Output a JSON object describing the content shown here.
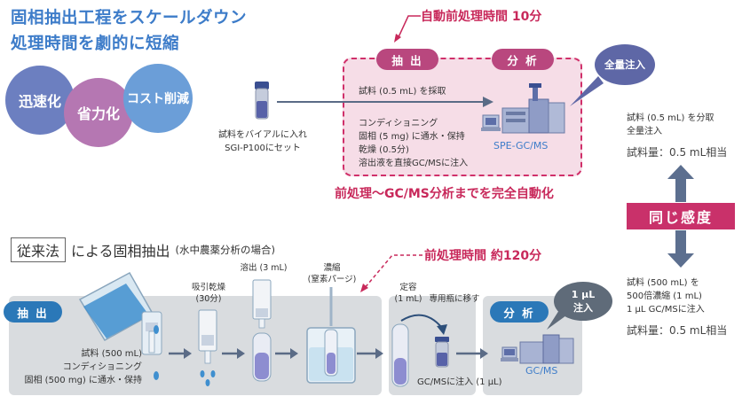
{
  "titles": {
    "line1": "固相抽出工程をスケールダウン",
    "line2": "処理時間を劇的に短縮"
  },
  "benefits": {
    "speed": "迅速化",
    "labor": "省力化",
    "cost": "コスト削減"
  },
  "vial": {
    "caption1": "試料をバイアルに入れ",
    "caption2": "SGI-P100にセット"
  },
  "auto": {
    "time_label": "自動前処理時間 10分",
    "extract_pill": "抽 出",
    "analysis_pill": "分 析",
    "sample_take": "試料 (0.5 mL) を採取",
    "steps": [
      "コンディショニング",
      "固相 (5 mg) に通水・保持",
      "乾燥 (0.5分)",
      "溶出液を直接GC/MSに注入"
    ],
    "instrument_label": "SPE-GC/MS",
    "full_injection": "全量注入",
    "footer": "前処理〜GC/MS分析までを完全自動化"
  },
  "right": {
    "top_line1": "試料 (0.5 mL) を分取",
    "top_line2": "全量注入",
    "top_amount": "試料量：0.5 mL相当",
    "same": "同じ感度",
    "bottom_line1": "試料 (500 mL) を",
    "bottom_line2": "500倍濃縮 (1 mL)",
    "bottom_line3": "1 μL GC/MSに注入",
    "bottom_amount": "試料量：0.5 mL相当"
  },
  "legacy": {
    "label": "従来法",
    "title": "による固相抽出",
    "subtitle": "(水中農薬分析の場合)",
    "time_label": "前処理時間 約120分",
    "extract_pill": "抽 出",
    "analysis_pill": "分 析",
    "step_suction_1": "吸引乾燥",
    "step_suction_2": "(30分)",
    "step_elute": "溶出 (3 mL)",
    "step_conc_1": "濃縮",
    "step_conc_2": "(窒素パージ)",
    "step_fix_1": "定容",
    "step_fix_2": "(1 mL)",
    "step_transfer": "専用瓶に移す",
    "sample_1": "試料 (500 mL)",
    "sample_2": "コンディショニング",
    "sample_3": "固相 (500 mg) に通水・保持",
    "inject": "GC/MSに注入 (1 μL)",
    "instrument_label": "GC/MS",
    "bubble_1": "1 μL",
    "bubble_2": "注入"
  },
  "colors": {
    "title_blue": "#3d7cc9",
    "pink": "#b9477e",
    "red": "#c8295b",
    "blue_pill": "#2b78b8",
    "speed_circle": "#6c7fc0",
    "labor_circle": "#b577b2",
    "cost_circle": "#6b9ed8",
    "gray_box": "#d9dcdf"
  }
}
